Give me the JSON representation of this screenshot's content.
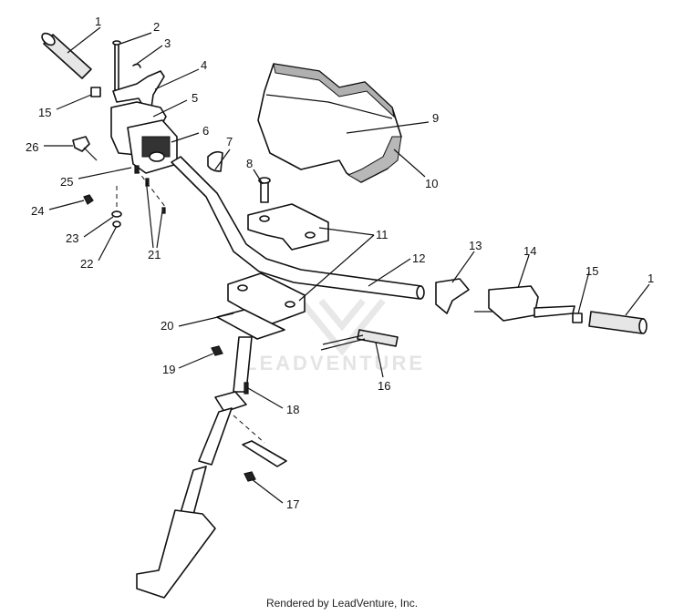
{
  "watermark": {
    "text": "LEADVENTURE"
  },
  "footer": {
    "text": "Rendered by LeadVenture, Inc."
  },
  "callouts": [
    {
      "id": "c1a",
      "label": "1"
    },
    {
      "id": "c2",
      "label": "2"
    },
    {
      "id": "c3",
      "label": "3"
    },
    {
      "id": "c4",
      "label": "4"
    },
    {
      "id": "c15a",
      "label": "15"
    },
    {
      "id": "c5",
      "label": "5"
    },
    {
      "id": "c6",
      "label": "6"
    },
    {
      "id": "c26",
      "label": "26"
    },
    {
      "id": "c25",
      "label": "25"
    },
    {
      "id": "c24",
      "label": "24"
    },
    {
      "id": "c23",
      "label": "23"
    },
    {
      "id": "c22",
      "label": "22"
    },
    {
      "id": "c21",
      "label": "21"
    },
    {
      "id": "c7",
      "label": "7"
    },
    {
      "id": "c8",
      "label": "8"
    },
    {
      "id": "c9",
      "label": "9"
    },
    {
      "id": "c10",
      "label": "10"
    },
    {
      "id": "c11",
      "label": "11"
    },
    {
      "id": "c12",
      "label": "12"
    },
    {
      "id": "c13",
      "label": "13"
    },
    {
      "id": "c14",
      "label": "14"
    },
    {
      "id": "c15b",
      "label": "15"
    },
    {
      "id": "c1b",
      "label": "1"
    },
    {
      "id": "c16",
      "label": "16"
    },
    {
      "id": "c20",
      "label": "20"
    },
    {
      "id": "c19",
      "label": "19"
    },
    {
      "id": "c18",
      "label": "18"
    },
    {
      "id": "c17",
      "label": "17"
    }
  ]
}
